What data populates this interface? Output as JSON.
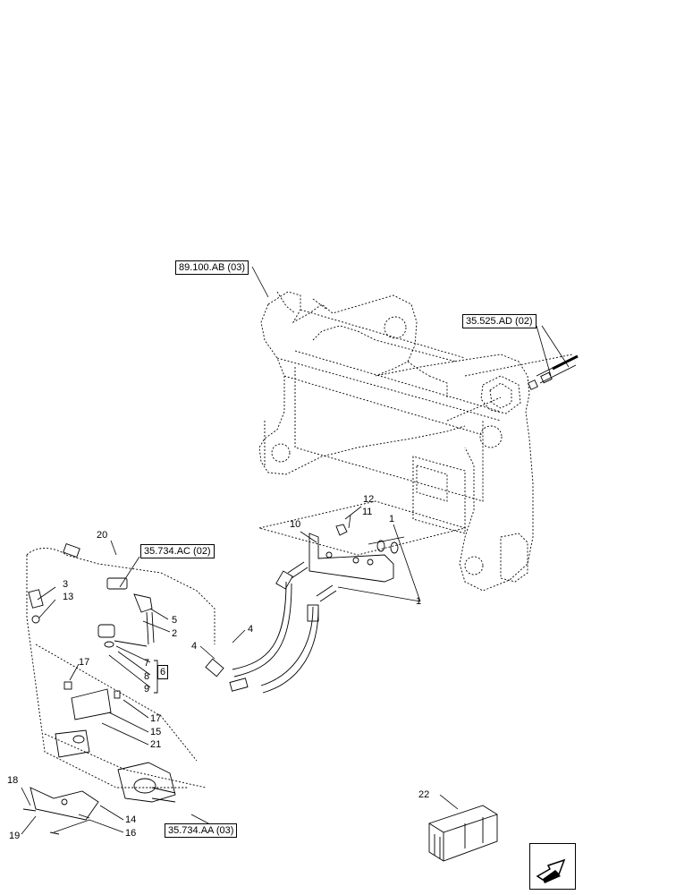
{
  "references": [
    {
      "id": "ref-89-100-ab",
      "label": "89.100.AB (03)"
    },
    {
      "id": "ref-35-525-ad",
      "label": "35.525.AD (02)"
    },
    {
      "id": "ref-35-734-ac",
      "label": "35.734.AC (02)"
    },
    {
      "id": "ref-35-734-aa",
      "label": "35.734.AA (03)"
    }
  ],
  "callouts": [
    "1",
    "1",
    "2",
    "3",
    "4",
    "4",
    "5",
    "6",
    "7",
    "8",
    "9",
    "10",
    "11",
    "12",
    "13",
    "14",
    "15",
    "16",
    "17",
    "17",
    "18",
    "19",
    "20",
    "21",
    "22"
  ],
  "kit_label": "6",
  "nav": {
    "icon": "next-page-arrow-icon"
  }
}
